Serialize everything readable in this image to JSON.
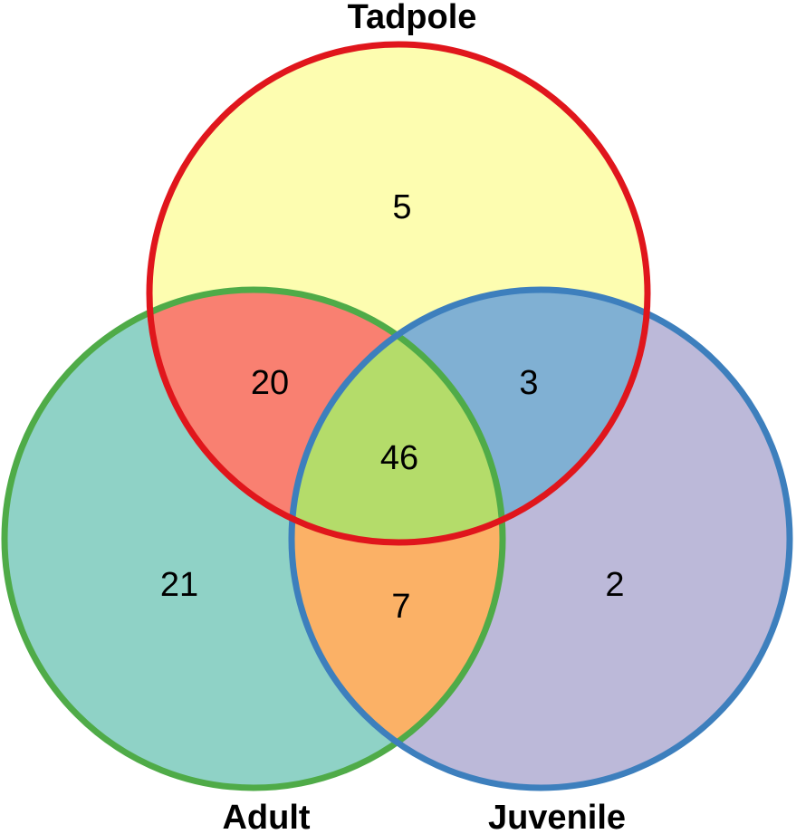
{
  "sets": {
    "tadpole": {
      "label": "Tadpole",
      "stroke": "#e0161c",
      "fill": "#fdfdb0"
    },
    "adult": {
      "label": "Adult",
      "stroke": "#4fab48",
      "fill": "#8fd2c6"
    },
    "juvenile": {
      "label": "Juvenile",
      "stroke": "#3d7fbd",
      "fill": "#bcb9d9"
    }
  },
  "regions": {
    "tadpole_only": {
      "count": "5",
      "fill": "#fdfdb0"
    },
    "juvenile_only": {
      "count": "2",
      "fill": "#bcb9d9"
    },
    "adult_only": {
      "count": "21",
      "fill": "#8fd2c6"
    },
    "tadpole_adult": {
      "count": "20",
      "fill": "#f98071"
    },
    "tadpole_juvenile": {
      "count": "3",
      "fill": "#80b0d3"
    },
    "adult_juvenile": {
      "count": "7",
      "fill": "#fbb166"
    },
    "all_three": {
      "count": "46",
      "fill": "#b4dc6a"
    }
  }
}
